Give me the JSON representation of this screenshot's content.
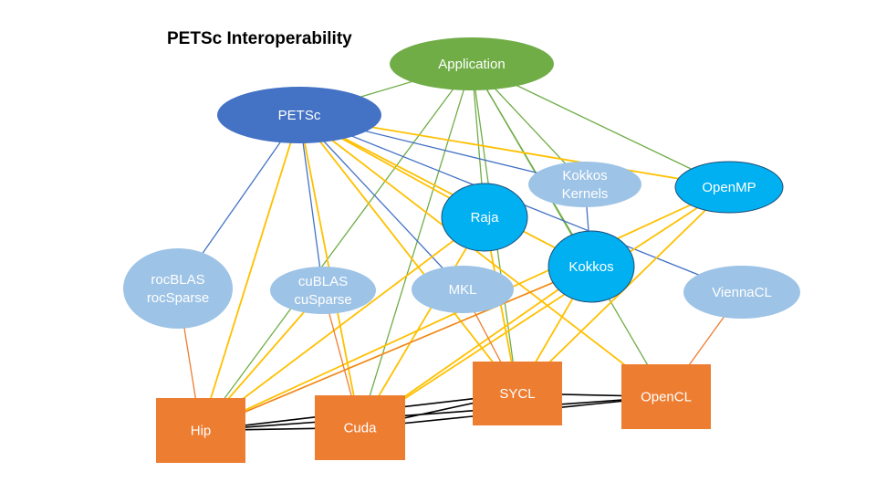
{
  "title": "PETSc Interoperability",
  "colors": {
    "application": "#70ad47",
    "petsc": "#4472c4",
    "bright": "#00b0f0",
    "light": "#9dc3e6",
    "backend": "#ed7d31",
    "edge_green": "#70ad47",
    "edge_blue": "#4472c4",
    "edge_yellow": "#ffc000",
    "edge_orange": "#ed7d31",
    "edge_black": "#000000"
  },
  "nodes": [
    {
      "id": "application",
      "lines": [
        "Application"
      ],
      "shape": "ellipse",
      "fill": "application"
    },
    {
      "id": "petsc",
      "lines": [
        "PETSc"
      ],
      "shape": "ellipse",
      "fill": "petsc"
    },
    {
      "id": "kokkos-kernels",
      "lines": [
        "Kokkos",
        "Kernels"
      ],
      "shape": "ellipse",
      "fill": "light"
    },
    {
      "id": "openmp",
      "lines": [
        "OpenMP"
      ],
      "shape": "ellipse",
      "fill": "bright"
    },
    {
      "id": "raja",
      "lines": [
        "Raja"
      ],
      "shape": "ellipse",
      "fill": "bright"
    },
    {
      "id": "kokkos",
      "lines": [
        "Kokkos"
      ],
      "shape": "ellipse",
      "fill": "bright"
    },
    {
      "id": "rocblas",
      "lines": [
        "rocBLAS",
        "rocSparse"
      ],
      "shape": "ellipse",
      "fill": "light"
    },
    {
      "id": "cublas",
      "lines": [
        "cuBLAS",
        "cuSparse"
      ],
      "shape": "ellipse",
      "fill": "light"
    },
    {
      "id": "mkl",
      "lines": [
        "MKL"
      ],
      "shape": "ellipse",
      "fill": "light"
    },
    {
      "id": "viennacl",
      "lines": [
        "ViennaCL"
      ],
      "shape": "ellipse",
      "fill": "light"
    },
    {
      "id": "hip",
      "lines": [
        "Hip"
      ],
      "shape": "box",
      "fill": "backend"
    },
    {
      "id": "cuda",
      "lines": [
        "Cuda"
      ],
      "shape": "box",
      "fill": "backend"
    },
    {
      "id": "sycl",
      "lines": [
        "SYCL"
      ],
      "shape": "box",
      "fill": "backend"
    },
    {
      "id": "opencl",
      "lines": [
        "OpenCL"
      ],
      "shape": "box",
      "fill": "backend"
    }
  ],
  "edges": [
    {
      "from": "application",
      "to": "petsc",
      "color": "edge_green"
    },
    {
      "from": "application",
      "to": "raja",
      "color": "edge_green"
    },
    {
      "from": "application",
      "to": "kokkos",
      "color": "edge_green"
    },
    {
      "from": "application",
      "to": "openmp",
      "color": "edge_green"
    },
    {
      "from": "application",
      "to": "cuda",
      "color": "edge_green"
    },
    {
      "from": "application",
      "to": "hip",
      "color": "edge_green"
    },
    {
      "from": "application",
      "to": "sycl",
      "color": "edge_green"
    },
    {
      "from": "application",
      "to": "opencl",
      "color": "edge_green"
    },
    {
      "from": "application",
      "to": "kokkos-kernels",
      "color": "edge_green"
    },
    {
      "from": "petsc",
      "to": "rocblas",
      "color": "edge_blue"
    },
    {
      "from": "petsc",
      "to": "cublas",
      "color": "edge_blue"
    },
    {
      "from": "petsc",
      "to": "mkl",
      "color": "edge_blue"
    },
    {
      "from": "petsc",
      "to": "kokkos-kernels",
      "color": "edge_blue"
    },
    {
      "from": "petsc",
      "to": "viennacl",
      "color": "edge_blue"
    },
    {
      "from": "petsc",
      "to": "kokkos",
      "color": "edge_blue"
    },
    {
      "from": "petsc",
      "to": "openmp",
      "color": "edge_yellow"
    },
    {
      "from": "petsc",
      "to": "raja",
      "color": "edge_yellow"
    },
    {
      "from": "petsc",
      "to": "hip",
      "color": "edge_yellow"
    },
    {
      "from": "petsc",
      "to": "cuda",
      "color": "edge_yellow"
    },
    {
      "from": "petsc",
      "to": "sycl",
      "color": "edge_yellow"
    },
    {
      "from": "petsc",
      "to": "opencl",
      "color": "edge_yellow"
    },
    {
      "from": "petsc",
      "to": "kokkos",
      "color": "edge_yellow"
    },
    {
      "from": "raja",
      "to": "hip",
      "color": "edge_yellow"
    },
    {
      "from": "raja",
      "to": "cuda",
      "color": "edge_yellow"
    },
    {
      "from": "raja",
      "to": "sycl",
      "color": "edge_yellow"
    },
    {
      "from": "kokkos",
      "to": "hip",
      "color": "edge_yellow"
    },
    {
      "from": "kokkos",
      "to": "cuda",
      "color": "edge_yellow"
    },
    {
      "from": "kokkos",
      "to": "sycl",
      "color": "edge_yellow"
    },
    {
      "from": "openmp",
      "to": "cuda",
      "color": "edge_yellow"
    },
    {
      "from": "openmp",
      "to": "sycl",
      "color": "edge_yellow"
    },
    {
      "from": "openmp",
      "to": "hip",
      "color": "edge_yellow"
    },
    {
      "from": "cublas",
      "to": "hip",
      "color": "edge_yellow"
    },
    {
      "from": "kokkos-kernels",
      "to": "kokkos",
      "color": "edge_blue"
    },
    {
      "from": "mkl",
      "to": "sycl",
      "color": "edge_orange"
    },
    {
      "from": "rocblas",
      "to": "hip",
      "color": "edge_orange"
    },
    {
      "from": "cublas",
      "to": "cuda",
      "color": "edge_orange"
    },
    {
      "from": "viennacl",
      "to": "opencl",
      "color": "edge_orange"
    },
    {
      "from": "kokkos",
      "to": "hip",
      "color": "edge_orange"
    },
    {
      "from": "hip",
      "to": "cuda",
      "color": "edge_black"
    },
    {
      "from": "hip",
      "to": "sycl",
      "color": "edge_black"
    },
    {
      "from": "hip",
      "to": "opencl",
      "color": "edge_black"
    },
    {
      "from": "cuda",
      "to": "sycl",
      "color": "edge_black"
    },
    {
      "from": "cuda",
      "to": "opencl",
      "color": "edge_black"
    },
    {
      "from": "sycl",
      "to": "opencl",
      "color": "edge_black"
    }
  ]
}
